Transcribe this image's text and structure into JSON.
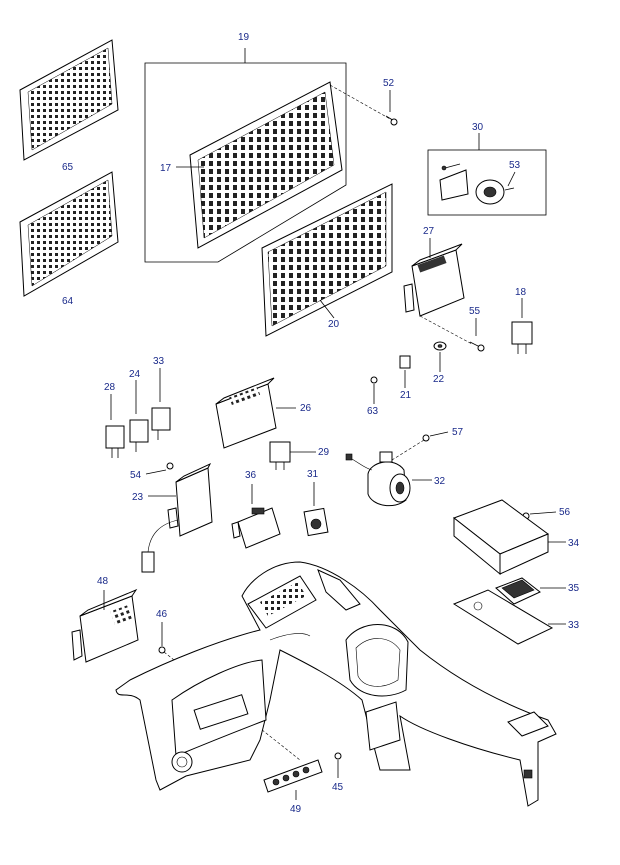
{
  "callouts": {
    "p19": "19",
    "p52": "52",
    "p30": "30",
    "p53": "53",
    "p17": "17",
    "p65": "65",
    "p64": "64",
    "p27": "27",
    "p20": "20",
    "p18": "18",
    "p55": "55",
    "p22": "22",
    "p33a": "33",
    "p28": "28",
    "p24": "24",
    "p26": "26",
    "p63": "63",
    "p21": "21",
    "p57": "57",
    "p29": "29",
    "p54": "54",
    "p36": "36",
    "p31": "31",
    "p32": "32",
    "p23": "23",
    "p56": "56",
    "p34": "34",
    "p48": "48",
    "p35": "35",
    "p46": "46",
    "p33b": "33",
    "p45": "45",
    "p49": "49"
  },
  "colors": {
    "label": "#1a2a8a",
    "line": "#000000"
  }
}
